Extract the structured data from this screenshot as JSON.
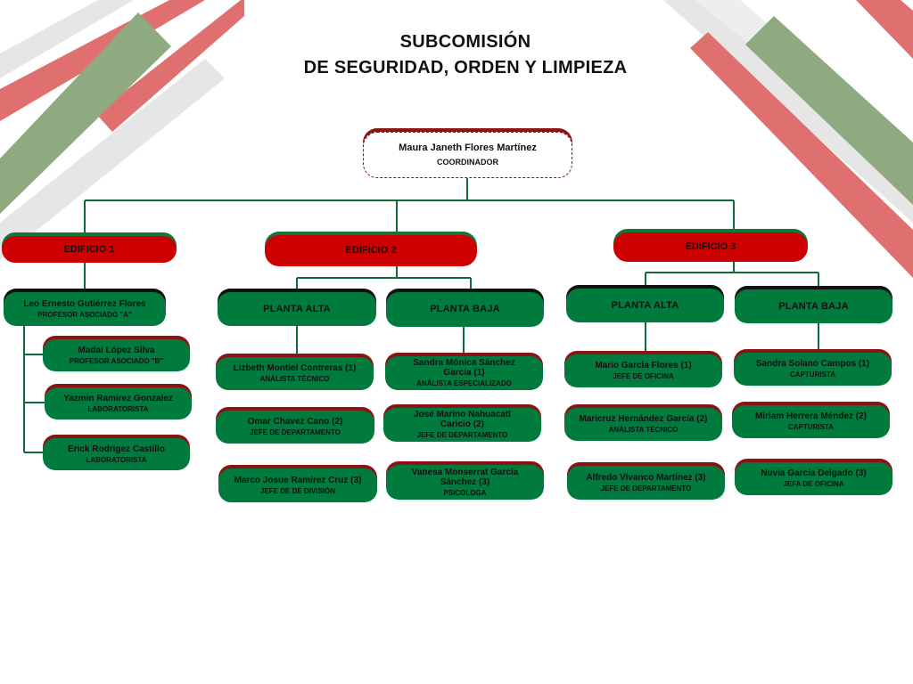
{
  "title": {
    "line1": "SUBCOMISIÓN",
    "line2": "DE SEGURIDAD, ORDEN Y LIMPIEZA"
  },
  "colors": {
    "primary_green": "#007a3d",
    "primary_red": "#cc0000",
    "dark_red": "#8a1414",
    "deco_red": "#e07070",
    "deco_green": "#8faa80",
    "deco_gray": "#e6e6e6"
  },
  "coordinator": {
    "name": "Maura Janeth Flores Martínez",
    "role": "COORDINADOR"
  },
  "edificio1": {
    "label": "EDIFICIO 1",
    "head": {
      "name": "Leo Ernesto Gutiérrez Flores",
      "role": "PROFESOR ASOCIADO \"A\""
    },
    "members": [
      {
        "name": "Madai López Silva",
        "role": "PROFESOR ASOCIADO \"B\""
      },
      {
        "name": "Yazmin Ramirez Gonzalez",
        "role": "LABORATORISTA"
      },
      {
        "name": "Erick Rodrigez Castillo",
        "role": "LABORATORISTA"
      }
    ]
  },
  "edificio2": {
    "label": "EDIFICIO 2",
    "planta_alta": {
      "label": "PLANTA ALTA",
      "members": [
        {
          "name": "Lizbeth Montiel Contreras (1)",
          "role": "ANÁLISTA TÉCNICO"
        },
        {
          "name": "Omar Chavez Cano (2)",
          "role": "JEFE DE DEPARTAMENTO"
        },
        {
          "name": "Marco Josue Ramírez Cruz (3)",
          "role": "JEFE DE DE DIVISIÓN"
        }
      ]
    },
    "planta_baja": {
      "label": "PLANTA BAJA",
      "members": [
        {
          "name": "Sandra Mónica Sánchez García (1)",
          "role": "ANÁLISTA ESPECIALIZADO"
        },
        {
          "name": "José Marino Nahuacatl Caricio (2)",
          "role": "JEFE DE DEPARTAMENTO"
        },
        {
          "name": "Vanesa Monserrat García Sánchez (3)",
          "role": "PSICOLOGA"
        }
      ]
    }
  },
  "edificio3": {
    "label": "EDIFICIO 3",
    "planta_alta": {
      "label": "PLANTA ALTA",
      "members": [
        {
          "name": "Mario García Flores (1)",
          "role": "JEFE DE OFICINA"
        },
        {
          "name": "Maricruz Hernández García (2)",
          "role": "ANÁLISTA TÉCNICO"
        },
        {
          "name": "Alfredo Vivanco Martínez (3)",
          "role": "JEFE DE DEPARTAMENTO"
        }
      ]
    },
    "planta_baja": {
      "label": "PLANTA BAJA",
      "members": [
        {
          "name": "Sandra Solano Campos (1)",
          "role": "CAPTURISTA"
        },
        {
          "name": "Miriam Herrera Méndez (2)",
          "role": "CAPTURISTA"
        },
        {
          "name": "Nuvia García Delgado (3)",
          "role": "JEFA DE OFICINA"
        }
      ]
    }
  }
}
